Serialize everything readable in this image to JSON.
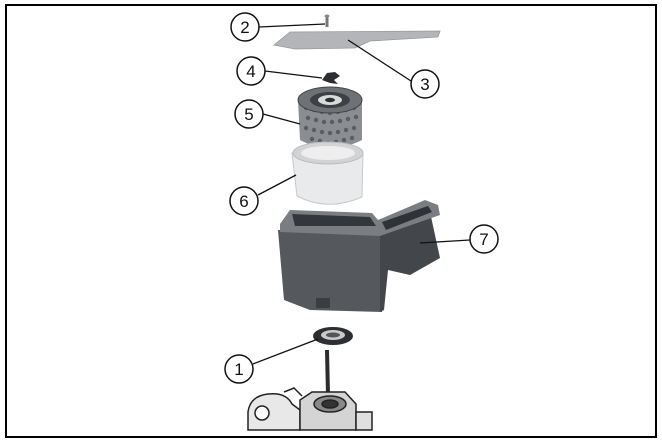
{
  "callouts": [
    {
      "id": "1",
      "label": "1"
    },
    {
      "id": "2",
      "label": "2"
    },
    {
      "id": "3",
      "label": "3"
    },
    {
      "id": "4",
      "label": "4"
    },
    {
      "id": "5",
      "label": "5"
    },
    {
      "id": "6",
      "label": "6"
    },
    {
      "id": "7",
      "label": "7"
    }
  ],
  "colors": {
    "frame": "#000000",
    "housing": "#55585c",
    "housing_dark": "#3d4044",
    "cover": "#b0b2b5",
    "element_light": "#e6e7e8",
    "line": "#111111"
  }
}
